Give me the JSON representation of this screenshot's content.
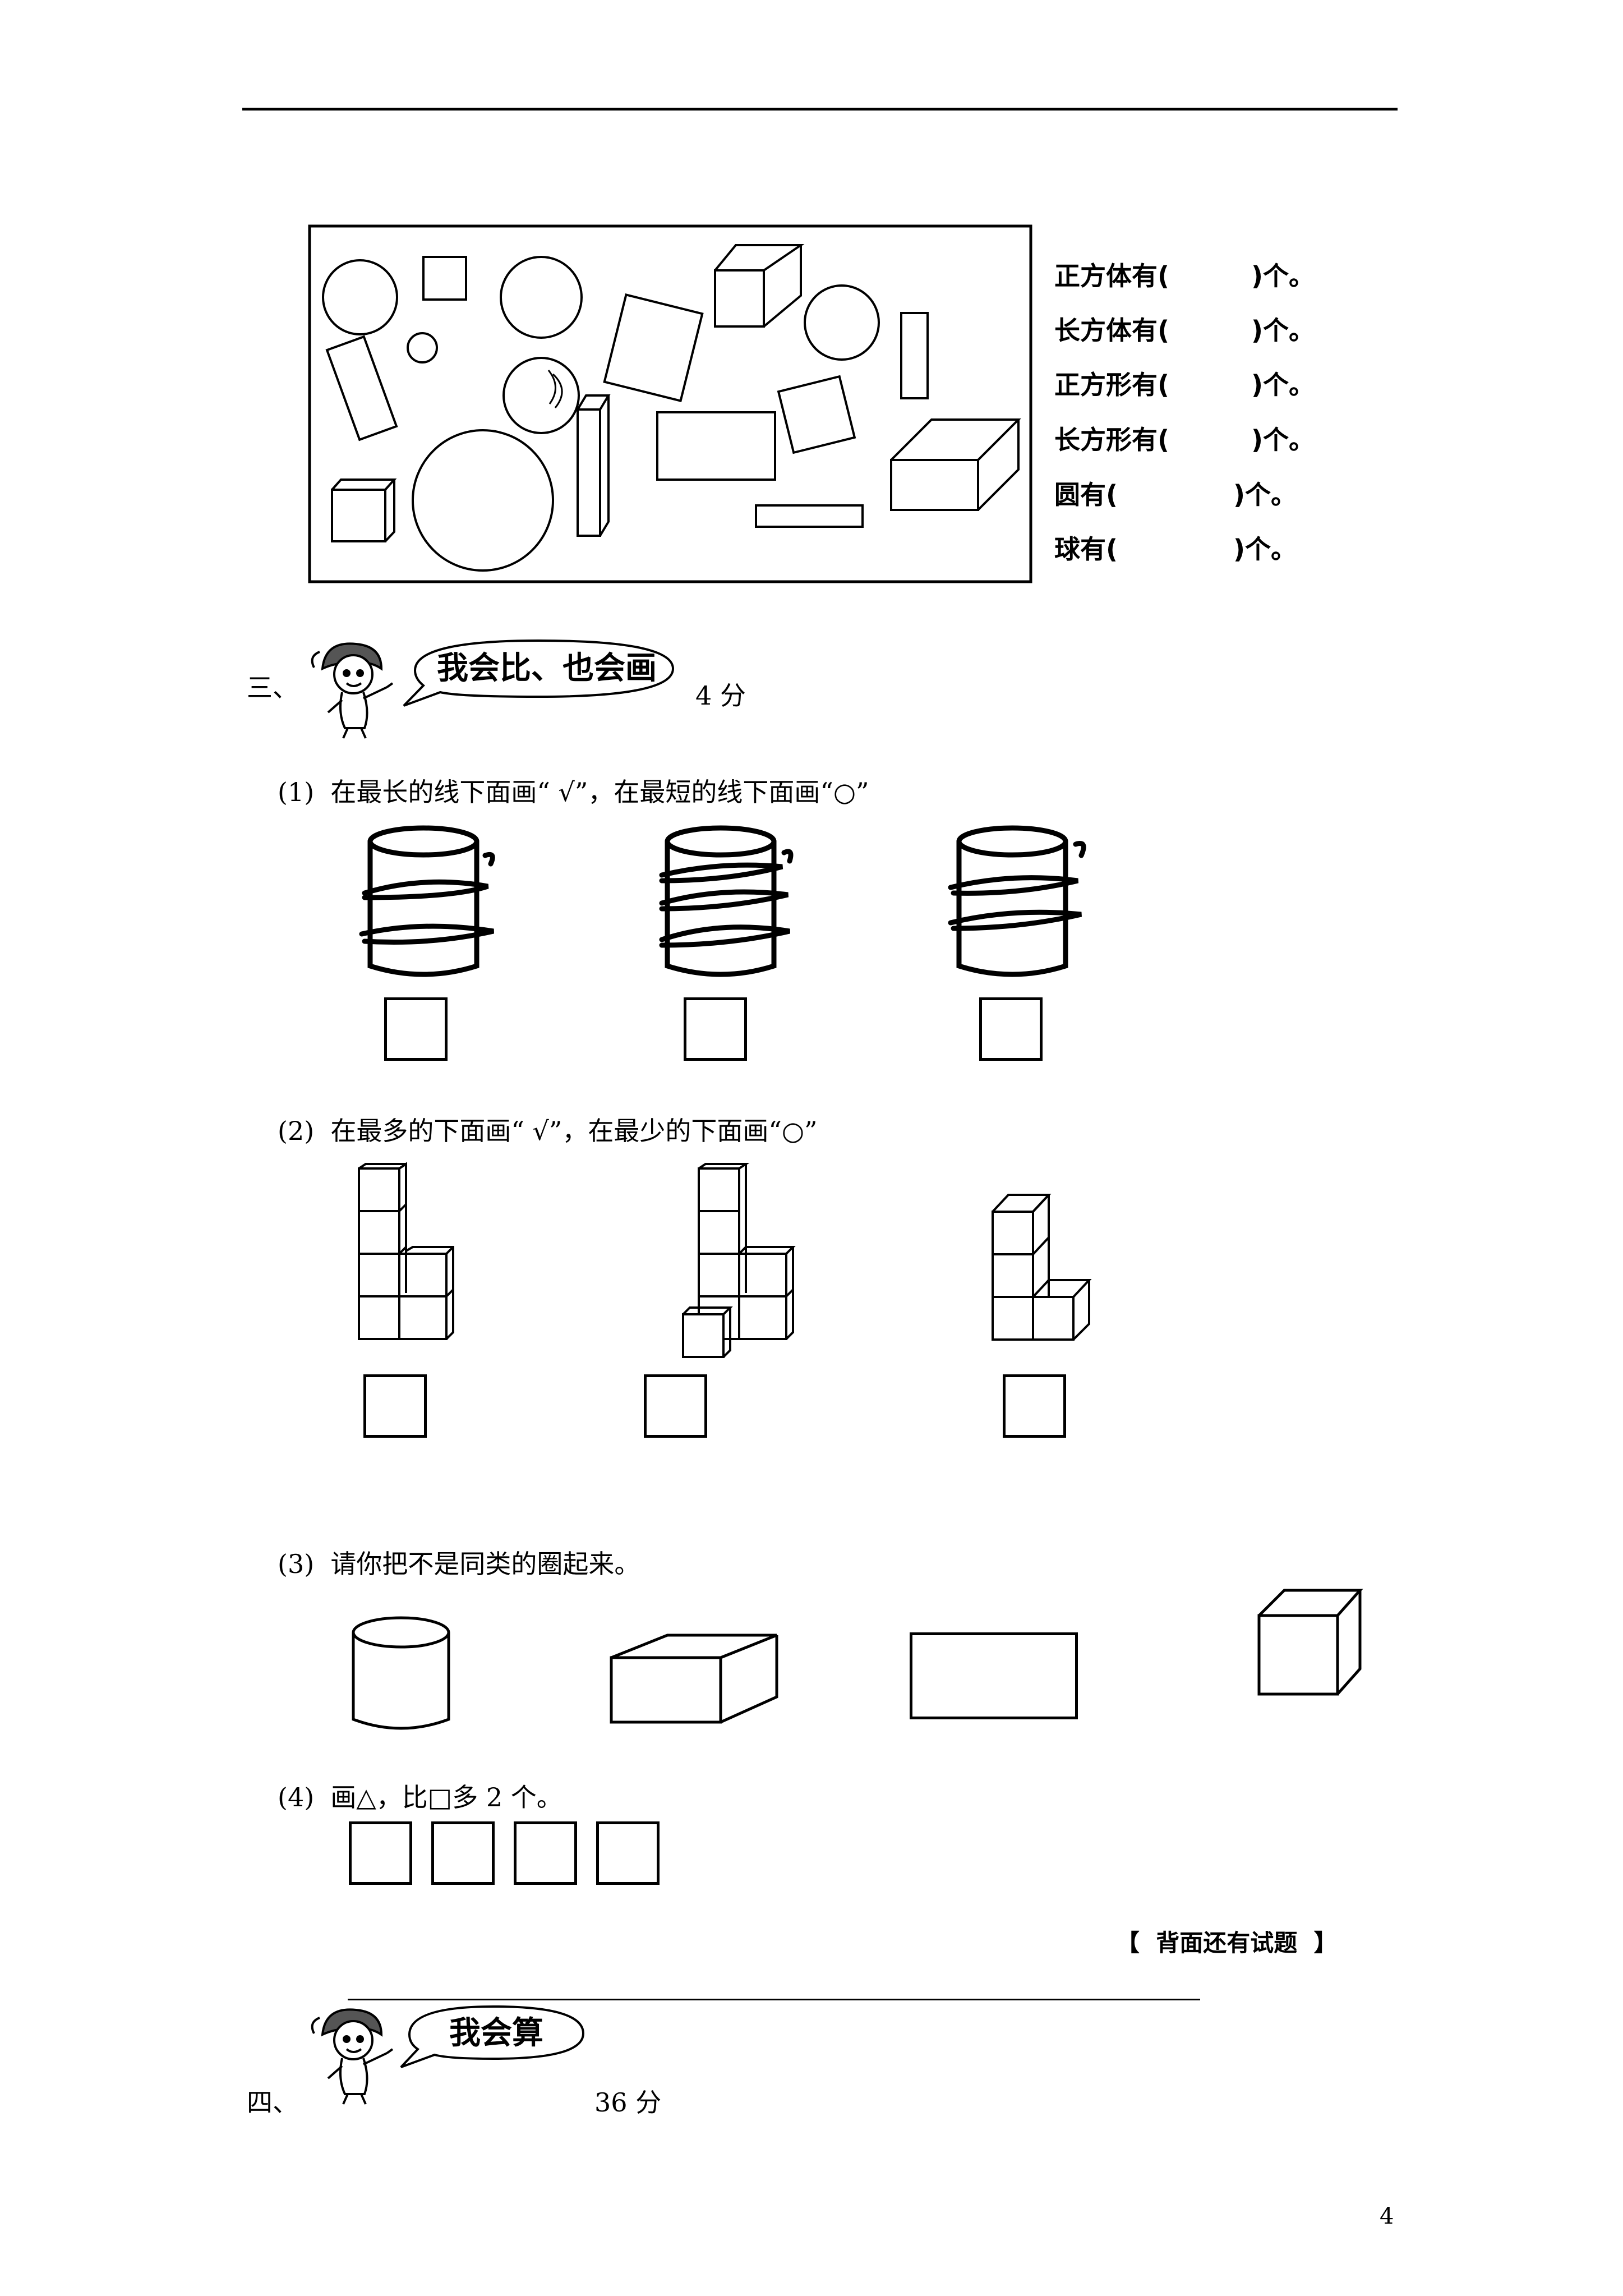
{
  "counting": {
    "lines": [
      {
        "pre": "正方体有(",
        "post": ")个。"
      },
      {
        "pre": "长方体有(",
        "post": ")个。"
      },
      {
        "pre": "正方形有(",
        "post": ")个。"
      },
      {
        "pre": "长方形有(",
        "post": ")个。"
      },
      {
        "pre": "圆有(",
        "post": ")个。"
      },
      {
        "pre": "球有(",
        "post": ")个。"
      }
    ]
  },
  "section3": {
    "number": "三、",
    "title": "我会比、也会画",
    "score": "4 分",
    "q1": "(1)  在最长的线下面画“ √”，在最短的线下面画“○”",
    "q2": "(2)  在最多的下面画“ √”，在最少的下面画“○”",
    "q3": "(3)  请你把不是同类的圈起来。",
    "q4": "(4)  画△，比□多 2 个。"
  },
  "footer_note": "【  背面还有试题  】",
  "section4": {
    "number": "四、",
    "title": "我会算",
    "score": "36 分"
  },
  "page_number": "4"
}
